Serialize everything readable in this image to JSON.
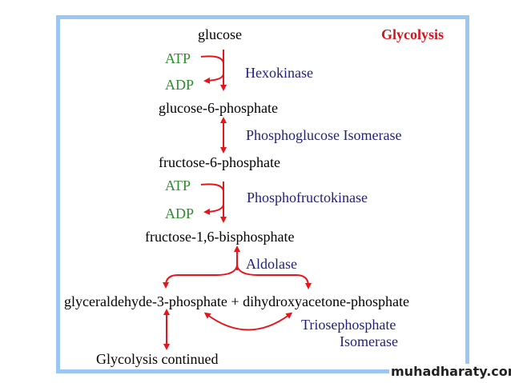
{
  "title": "Glycolysis",
  "compounds": {
    "glucose": "glucose",
    "g6p": "glucose-6-phosphate",
    "f6p": "fructose-6-phosphate",
    "f16bp": "fructose-1,6-bisphosphate",
    "g3p_dhap": "glyceraldehyde-3-phosphate + dihydroxyacetone-phosphate",
    "continued": "Glycolysis continued"
  },
  "cofactors": {
    "atp1": "ATP",
    "adp1": "ADP",
    "atp2": "ATP",
    "adp2": "ADP"
  },
  "enzymes": {
    "hexokinase": "Hexokinase",
    "pgi": "Phosphoglucose Isomerase",
    "pfk": "Phosphofructokinase",
    "aldolase": "Aldolase",
    "tpi_line1": "Triosephosphate",
    "tpi_line2": "Isomerase"
  },
  "watermark": "muhadharaty.com",
  "colors": {
    "arrow": "#e8141c",
    "enzyme": "#1f1f7a",
    "cofactor": "#2e8b2e",
    "border": "#9cc7f2"
  }
}
